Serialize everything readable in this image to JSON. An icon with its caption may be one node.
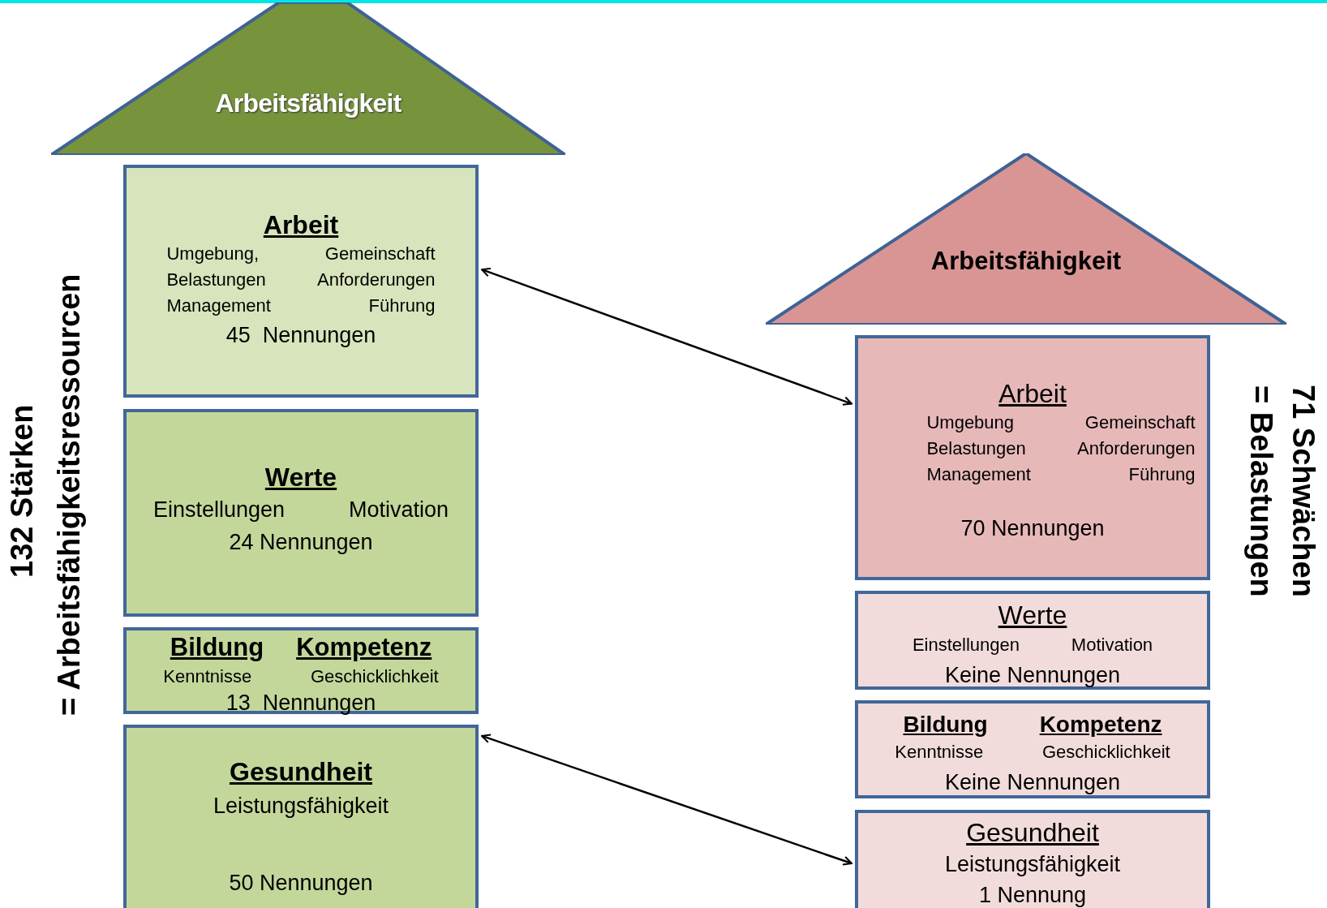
{
  "diagram": {
    "nodes": [
      {
        "text": [
          "Arbeitsfähigkeit"
        ]
      },
      {
        "text": [
          "Arbeit",
          "Umgebung,",
          "Gemeinschaft",
          "Belastungen",
          "Anforderungen",
          "Management",
          "Führung",
          "45  Nennungen"
        ]
      },
      {
        "text": [
          "Werte",
          "Einstellungen",
          "Motivation",
          "24 Nennungen"
        ]
      },
      {
        "text": [
          "Bildung",
          "Kompetenz",
          "Kenntnisse",
          "Geschicklichkeit",
          "13  Nennungen"
        ]
      },
      {
        "text": [
          "Gesundheit",
          "Leistungsfähigkeit",
          "50 Nennungen"
        ]
      },
      {
        "text": [
          "Arbeitsfähigkeit"
        ]
      },
      {
        "text": [
          "Arbeit",
          "Umgebung",
          "Gemeinschaft",
          "Belastungen",
          "Anforderungen",
          "Management",
          "Führung",
          "70 Nennungen"
        ]
      },
      {
        "text": [
          "Werte",
          "Einstellungen",
          "Motivation",
          "Keine Nennungen"
        ]
      },
      {
        "text": [
          "Bildung",
          "Kompetenz",
          "Kenntnisse",
          "Geschicklichkeit",
          "Keine Nennungen"
        ]
      },
      {
        "text": [
          "Gesundheit",
          "Leistungsfähigkeit",
          "1 Nennung"
        ]
      }
    ],
    "edges": [
      {
        "from": 1,
        "to": 6,
        "arrow": "both"
      },
      {
        "from": 4,
        "to": 9,
        "arrow": "both"
      }
    ],
    "labels": [
      "132 Stärken",
      "= Arbeitsfähigkeitsressourcen",
      "71 Schwächen",
      "= Belastungen"
    ]
  }
}
